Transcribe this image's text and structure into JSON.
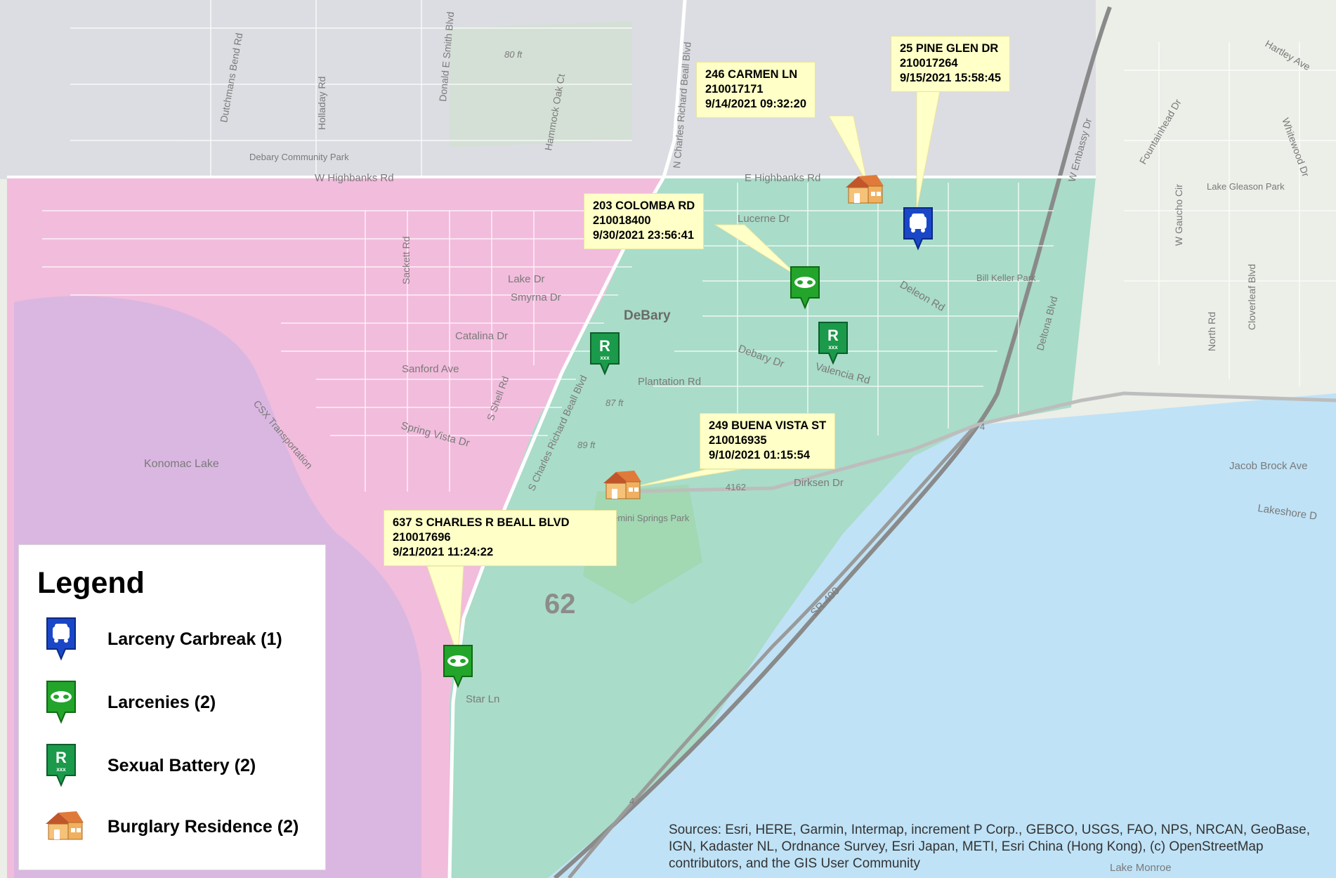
{
  "map": {
    "district_label": "62",
    "place_labels": {
      "debary": "DeBary",
      "konomac_lake": "Konomac Lake",
      "w_highbanks": "W Highbanks Rd",
      "e_highbanks": "E Highbanks Rd",
      "lake_dr": "Lake Dr",
      "smyrna_dr": "Smyrna Dr",
      "catalina_dr": "Catalina Dr",
      "sanford_ave": "Sanford Ave",
      "spring_vista": "Spring Vista Dr",
      "plantation_rd": "Plantation Rd",
      "lucerne_dr": "Lucerne Dr",
      "debary_dr": "Debary Dr",
      "valencia_rd": "Valencia Rd",
      "deleon_rd": "Deleon Rd",
      "dirksen_dr": "Dirksen Dr",
      "star_ln": "Star Ln",
      "sr400": "SR-400",
      "jacob_brock": "Jacob Brock Ave",
      "lakeshore": "Lakeshore D",
      "lake_monroe": "Lake Monroe",
      "debary_park": "Debary Community Park",
      "gemini_springs": "Gemini Springs Park",
      "bill_keller": "Bill Keller Park",
      "lake_gleason": "Lake Gleason Park",
      "deltona_blvd": "Deltona Blvd",
      "w_embassy": "W Embassy Dr",
      "north_rd": "North Rd",
      "cloverleaf": "Cloverleaf Blvd",
      "w_gaucho": "W Gaucho Cir",
      "fountainhead": "Fountainhead Dr",
      "holladay": "Holladay Rd",
      "sackett": "Sackett Rd",
      "s_shell": "S Shell Rd",
      "csx": "CSX Transportation",
      "charles_beall": "S Charles Richard Beall Blvd",
      "n_charles": "N Charles Richard Beall Blvd",
      "hammock_oak": "Hammock Oak Ct",
      "dutchmans": "Dutchmans Bend Rd",
      "donald_smith": "Donald E Smith Blvd",
      "route_4162": "4162",
      "i4": "4",
      "elev_80": "80 ft",
      "elev_87": "87 ft",
      "elev_89": "89 ft",
      "hartley": "Hartley Ave",
      "whitewood": "Whitewood Dr"
    }
  },
  "incidents": [
    {
      "address": "25 PINE GLEN DR",
      "case": "210017264",
      "datetime": "9/15/2021 15:58:45",
      "type": "larceny-carbreak"
    },
    {
      "address": "246 CARMEN LN",
      "case": "210017171",
      "datetime": "9/14/2021 09:32:20",
      "type": "burglary-residence"
    },
    {
      "address": "203 COLOMBA RD",
      "case": "210018400",
      "datetime": "9/30/2021 23:56:41",
      "type": "larceny"
    },
    {
      "address": "249 BUENA VISTA ST",
      "case": "210016935",
      "datetime": "9/10/2021 01:15:54",
      "type": "burglary-residence"
    },
    {
      "address": "637 S CHARLES R BEALL BLVD",
      "case": "210017696",
      "datetime": "9/21/2021 11:24:22",
      "type": "larceny"
    }
  ],
  "legend": {
    "title": "Legend",
    "items": [
      {
        "label": "Larceny Carbreak (1)",
        "icon": "car-marker-icon",
        "color": "#1a47c8"
      },
      {
        "label": "Larcenies (2)",
        "icon": "mask-marker-icon",
        "color": "#22a52a"
      },
      {
        "label": "Sexual Battery (2)",
        "icon": "sexual-battery-marker-icon",
        "color": "#1a9a4a"
      },
      {
        "label": "Burglary Residence (2)",
        "icon": "house-marker-icon",
        "color": "#e08a2a"
      }
    ]
  },
  "attribution": "Sources: Esri, HERE, Garmin, Intermap, increment P Corp., GEBCO, USGS, FAO, NPS, NRCAN, GeoBase, IGN, Kadaster NL, Ordnance Survey, Esri Japan, METI, Esri China (Hong Kong), (c) OpenStreetMap contributors, and the GIS User Community",
  "colors": {
    "pink_zone": "#f0b8d8",
    "green_zone": "#a8dcc8",
    "water": "#bfe0f5",
    "land": "#eef0ea",
    "callout": "#ffffc8"
  }
}
